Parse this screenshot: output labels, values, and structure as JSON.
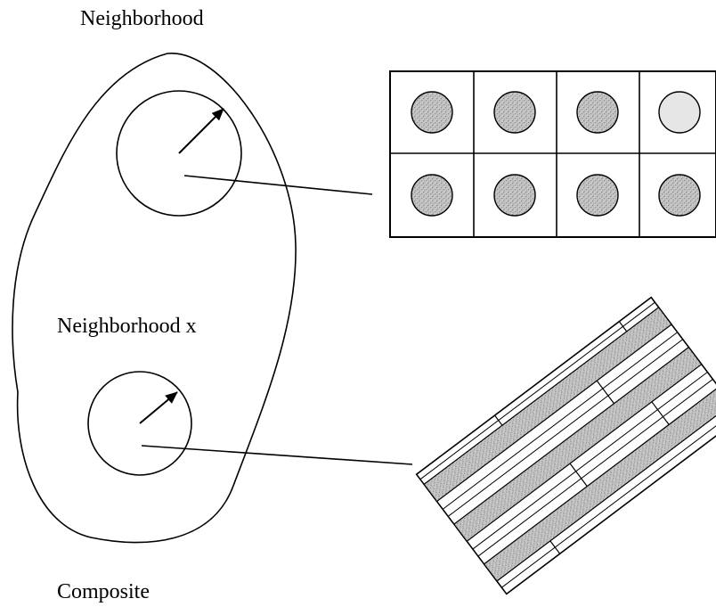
{
  "labels": {
    "top": "Neighborhood",
    "middle": "Neighborhood x",
    "bottom": "Composite"
  },
  "colors": {
    "ink": "#000000",
    "fiber_fill": "#bdbdbd",
    "background": "#ffffff"
  }
}
